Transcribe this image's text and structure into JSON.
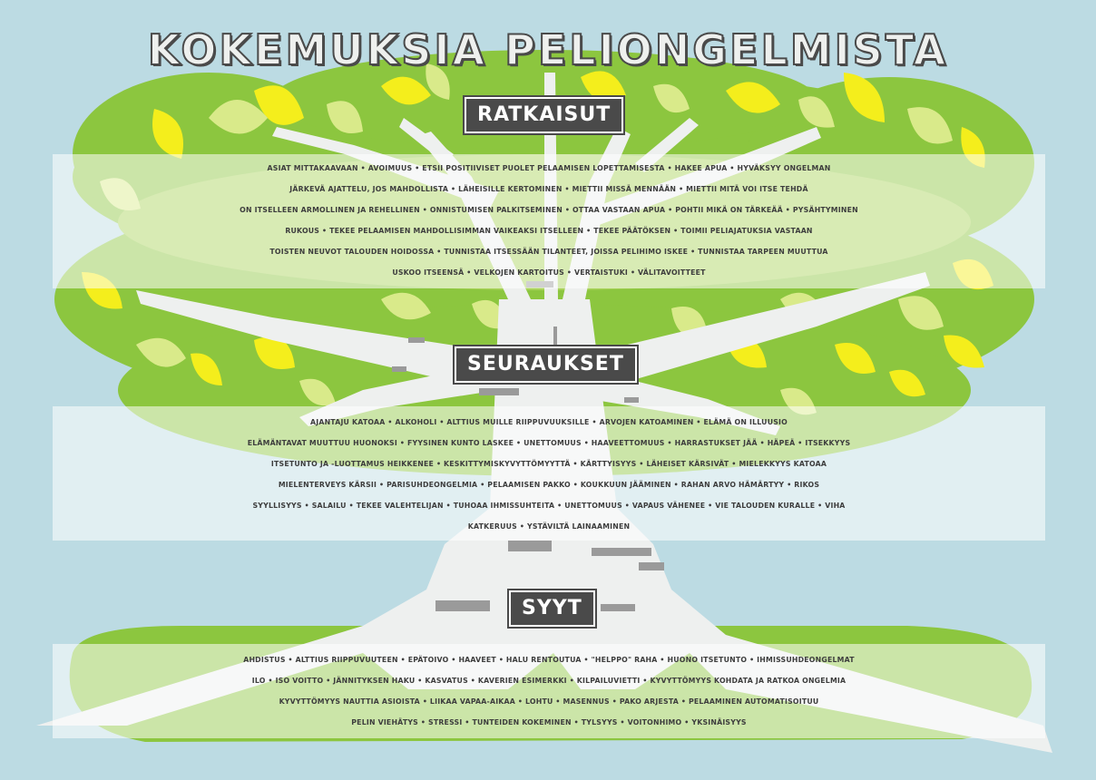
{
  "title": "KOKEMUKSIA PELIONGELMISTA",
  "sections": {
    "ratkaisut": {
      "label": "RATKAISUT",
      "lines": [
        "ASIAT MITTAKAAVAAN • AVOIMUUS • ETSII POSITIIVISET PUOLET PELAAMISEN LOPETTAMISESTA • HAKEE APUA • HYVÄKSYY ONGELMAN",
        "JÄRKEVÄ AJATTELU, JOS MAHDOLLISTA • LÄHEISILLE KERTOMINEN • MIETTII MISSÄ MENNÄÄN • MIETTII MITÄ VOI ITSE TEHDÄ",
        "ON ITSELLEEN ARMOLLINEN JA REHELLINEN • ONNISTUMISEN PALKITSEMINEN • OTTAA VASTAAN APUA • POHTII MIKÄ ON TÄRKEÄÄ • PYSÄHTYMINEN",
        "RUKOUS • TEKEE PELAAMISEN MAHDOLLISIMMAN VAIKEAKSI ITSELLEEN • TEKEE PÄÄTÖKSEN • TOIMII PELIAJATUKSIA VASTAAN",
        "TOISTEN NEUVOT TALOUDEN HOIDOSSA • TUNNISTAA ITSESSÄÄN TILANTEET, JOISSA PELIHIMO ISKEE • TUNNISTAA TARPEEN MUUTTUA",
        "USKOO ITSEENSÄ • VELKOJEN KARTOITUS • VERTAISTUKI • VÄLITAVOITTEET"
      ]
    },
    "seuraukset": {
      "label": "SEURAUKSET",
      "lines": [
        "AJANTAJU KATOAA • ALKOHOLI • ALTTIUS MUILLE RIIPPUVUUKSILLE • ARVOJEN KATOAMINEN • ELÄMÄ ON ILLUUSIO",
        "ELÄMÄNTAVAT MUUTTUU HUONOKSI • FYYSINEN KUNTO LASKEE • UNETTOMUUS • HAAVEETTOMUUS • HARRASTUKSET JÄÄ • HÄPEÄ • ITSEKKYYS",
        "ITSETUNTO JA -LUOTTAMUS HEIKKENEE • KESKITTYMISKYVYTTÖMYYTTÄ • KÄRTTYISYYS • LÄHEISET KÄRSIVÄT • MIELEKKYYS KATOAA",
        "MIELENTERVEYS KÄRSII • PARISUHDEONGELMIA • PELAAMISEN PAKKO • KOUKKUUN JÄÄMINEN • RAHAN ARVO HÄMÄRTYY • RIKOS",
        "SYYLLISYYS • SALAILU • TEKEE VALEHTELIJAN • TUHOAA IHMISSUHTEITA • UNETTOMUUS • VAPAUS VÄHENEE • VIE TALOUDEN KURALLE • VIHA",
        "KATKERUUS • YSTÄVILTÄ LAINAAMINEN"
      ]
    },
    "syyt": {
      "label": "SYYT",
      "lines": [
        "AHDISTUS • ALTTIUS RIIPPUVUUTEEN • EPÄTOIVO • HAAVEET • HALU RENTOUTUA • \"HELPPO\" RAHA • HUONO ITSETUNTO • IHMISSUHDEONGELMAT",
        "ILO • ISO VOITTO • JÄNNITYKSEN HAKU • KASVATUS • KAVERIEN ESIMERKKI • KILPAILUVIETTI • KYVYTTÖMYYS KOHDATA JA RATKOA ONGELMIA",
        "KYVYTTÖMYYS NAUTTIA ASIOISTA • LIIKAA VAPAA-AIKAA • LOHTU • MASENNUS • PAKO ARJESTA • PELAAMINEN AUTOMATISOITUU",
        "PELIN VIEHÄTYS • STRESSI • TUNTEIDEN KOKEMINEN • TYLSYYS • VOITONHIMO • YKSINÄISYYS"
      ]
    }
  },
  "colors": {
    "background": "#bcdbe3",
    "canopy": "#8cc63f",
    "leaf_light": "#d9ea8a",
    "leaf_yellow": "#f4ee1c",
    "trunk": "#eef0ef",
    "bark_mark": "#9a9a9a",
    "label_bg": "#4a4a4a",
    "text": "#3d3d3d"
  }
}
